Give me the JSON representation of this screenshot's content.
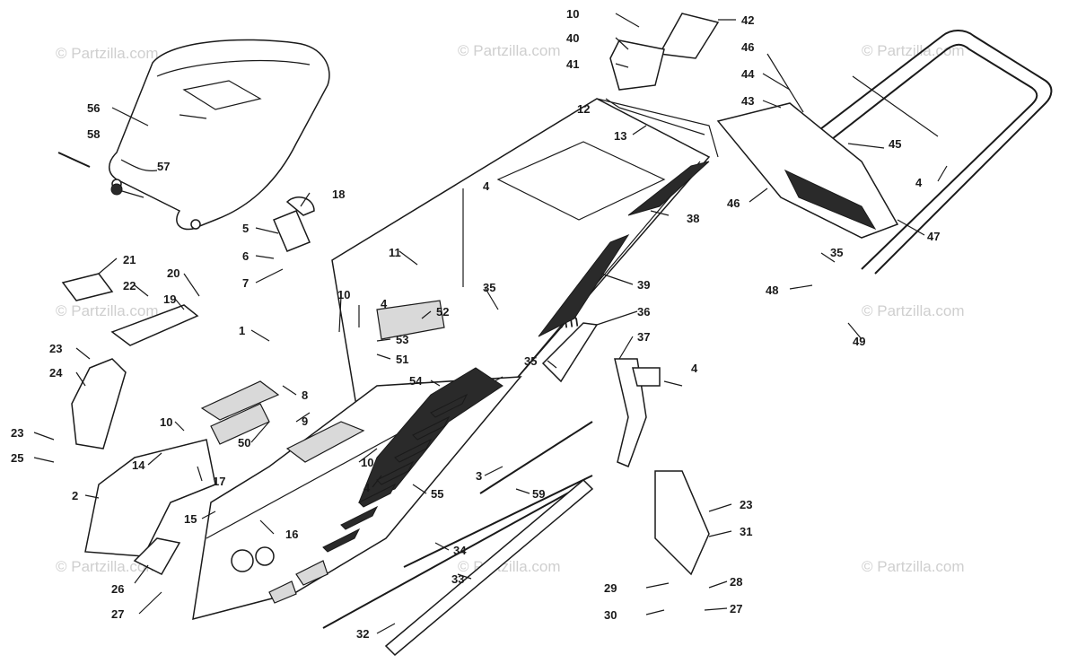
{
  "watermark": "© Partzilla.com",
  "colors": {
    "line": "#1a1a1a",
    "watermark": "#cfcfcf",
    "background": "#ffffff"
  },
  "callouts": [
    {
      "id": "c10a",
      "label": "10"
    },
    {
      "id": "c42",
      "label": "42"
    },
    {
      "id": "c40",
      "label": "40"
    },
    {
      "id": "c46a",
      "label": "46"
    },
    {
      "id": "c41",
      "label": "41"
    },
    {
      "id": "c44",
      "label": "44"
    },
    {
      "id": "c43",
      "label": "43"
    },
    {
      "id": "c12",
      "label": "12"
    },
    {
      "id": "c13",
      "label": "13"
    },
    {
      "id": "c45",
      "label": "45"
    },
    {
      "id": "c46b",
      "label": "46"
    },
    {
      "id": "c4a",
      "label": "4"
    },
    {
      "id": "c4b",
      "label": "4"
    },
    {
      "id": "c38",
      "label": "38"
    },
    {
      "id": "c47",
      "label": "47"
    },
    {
      "id": "c35a",
      "label": "35"
    },
    {
      "id": "c48",
      "label": "48"
    },
    {
      "id": "c49",
      "label": "49"
    },
    {
      "id": "c56",
      "label": "56"
    },
    {
      "id": "c58",
      "label": "58"
    },
    {
      "id": "c57",
      "label": "57"
    },
    {
      "id": "c18",
      "label": "18"
    },
    {
      "id": "c5",
      "label": "5"
    },
    {
      "id": "c6",
      "label": "6"
    },
    {
      "id": "c7",
      "label": "7"
    },
    {
      "id": "c11",
      "label": "11"
    },
    {
      "id": "c39",
      "label": "39"
    },
    {
      "id": "c21",
      "label": "21"
    },
    {
      "id": "c20",
      "label": "20"
    },
    {
      "id": "c22",
      "label": "22"
    },
    {
      "id": "c19",
      "label": "19"
    },
    {
      "id": "c1",
      "label": "1"
    },
    {
      "id": "c10b",
      "label": "10"
    },
    {
      "id": "c4c",
      "label": "4"
    },
    {
      "id": "c35b",
      "label": "35"
    },
    {
      "id": "c52",
      "label": "52"
    },
    {
      "id": "c36",
      "label": "36"
    },
    {
      "id": "c53",
      "label": "53"
    },
    {
      "id": "c51",
      "label": "51"
    },
    {
      "id": "c37",
      "label": "37"
    },
    {
      "id": "c35c",
      "label": "35"
    },
    {
      "id": "c4d",
      "label": "4"
    },
    {
      "id": "c23a",
      "label": "23"
    },
    {
      "id": "c24",
      "label": "24"
    },
    {
      "id": "c54",
      "label": "54"
    },
    {
      "id": "c8",
      "label": "8"
    },
    {
      "id": "c9",
      "label": "9"
    },
    {
      "id": "c10c",
      "label": "10"
    },
    {
      "id": "c23b",
      "label": "23"
    },
    {
      "id": "c25",
      "label": "25"
    },
    {
      "id": "c50",
      "label": "50"
    },
    {
      "id": "c14",
      "label": "14"
    },
    {
      "id": "c10d",
      "label": "10"
    },
    {
      "id": "c3",
      "label": "3"
    },
    {
      "id": "c4e",
      "label": "4"
    },
    {
      "id": "c17",
      "label": "17"
    },
    {
      "id": "c2",
      "label": "2"
    },
    {
      "id": "c55",
      "label": "55"
    },
    {
      "id": "c59",
      "label": "59"
    },
    {
      "id": "c23c",
      "label": "23"
    },
    {
      "id": "c15",
      "label": "15"
    },
    {
      "id": "c16",
      "label": "16"
    },
    {
      "id": "c31",
      "label": "31"
    },
    {
      "id": "c34",
      "label": "34"
    },
    {
      "id": "c26",
      "label": "26"
    },
    {
      "id": "c33",
      "label": "33"
    },
    {
      "id": "c29",
      "label": "29"
    },
    {
      "id": "c28",
      "label": "28"
    },
    {
      "id": "c27a",
      "label": "27"
    },
    {
      "id": "c30",
      "label": "30"
    },
    {
      "id": "c27b",
      "label": "27"
    },
    {
      "id": "c32",
      "label": "32"
    }
  ]
}
